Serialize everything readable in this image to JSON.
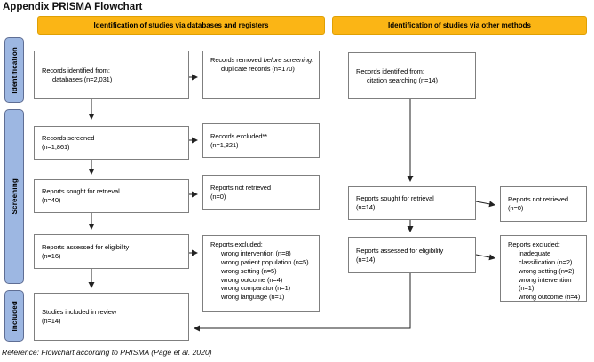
{
  "title": "Appendix PRISMA Flowchart",
  "headers": {
    "databases": "Identification of studies via databases and registers",
    "other": "Identification of studies via other methods"
  },
  "stages": {
    "identification": "Identification",
    "screening": "Screening",
    "included": "Included"
  },
  "colors": {
    "header_bg": "#FBB515",
    "stage_bg": "#9DB7E2",
    "box_border": "#7F7F7F",
    "arrow": "#222222"
  },
  "boxes": {
    "records_identified_db": {
      "line1": "Records identified from:",
      "line2": "databases (n=2,031)"
    },
    "records_removed": {
      "prefix": "Records removed ",
      "emphasis": "before screening",
      "suffix": ":",
      "item": "duplicate records (n=170)"
    },
    "records_screened": {
      "line1": "Records screened",
      "line2": "(n=1,861)"
    },
    "records_excluded": {
      "line1": "Records excluded**",
      "line2": "(n=1,821)"
    },
    "reports_sought_db": {
      "line1": "Reports sought for retrieval",
      "line2": "(n=40)"
    },
    "reports_not_retrieved_db": {
      "line1": "Reports not retrieved",
      "line2": "(n=0)"
    },
    "reports_assessed_db": {
      "line1": "Reports assessed for eligibility",
      "line2": "(n=16)"
    },
    "reports_excluded_db": {
      "title": "Reports excluded:",
      "items": [
        "wrong intervention (n=8)",
        "wrong patient population (n=5)",
        "wrong setting (n=5)",
        "wrong outcome (n=4)",
        "wrong comparator (n=1)",
        "wrong language (n=1)"
      ]
    },
    "studies_included": {
      "line1": "Studies included in review",
      "line2": "(n=14)"
    },
    "records_identified_other": {
      "line1": "Records identified from:",
      "line2": "citation searching (n=14)"
    },
    "reports_sought_other": {
      "line1": "Reports sought for retrieval",
      "line2": "(n=14)"
    },
    "reports_not_retrieved_other": {
      "line1": "Reports not retrieved",
      "line2": "(n=0)"
    },
    "reports_assessed_other": {
      "line1": "Reports assessed for eligibility",
      "line2": "(n=14)"
    },
    "reports_excluded_other": {
      "title": "Reports excluded:",
      "items": [
        "inadequate classification (n=2)",
        "wrong setting (n=2)",
        "wrong intervention (n=1)",
        "wrong outcome (n=4)"
      ]
    }
  },
  "footer": {
    "reference": "Reference: Flowchart according to PRISMA (Page et al. 2020)"
  }
}
